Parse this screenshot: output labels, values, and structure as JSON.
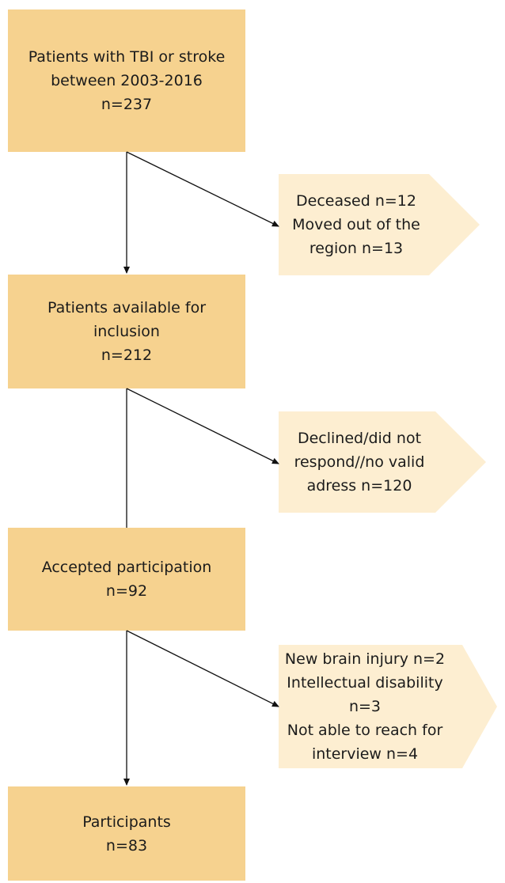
{
  "boxes": [
    {
      "lines": [
        "Patients with TBI or stroke",
        "between 2003-2016",
        "n=237"
      ]
    },
    {
      "lines": [
        "Patients available for",
        "inclusion",
        "n=212"
      ]
    },
    {
      "lines": [
        "Accepted participation",
        "n=92"
      ]
    },
    {
      "lines": [
        "Participants",
        "n=83"
      ]
    }
  ],
  "exclusions": [
    {
      "lines": [
        "Deceased n=12",
        "Moved out of the",
        "region n=13"
      ]
    },
    {
      "lines": [
        "Declined/did not",
        "respond//no valid",
        "adress n=120"
      ]
    },
    {
      "lines": [
        "New brain injury n=2",
        "Intellectual disability",
        "n=3",
        "Not able to reach for",
        "interview n=4"
      ]
    }
  ],
  "colors": {
    "box": "#f6d28f",
    "exclusion": "#fdeed1",
    "arrow": "#111111"
  }
}
